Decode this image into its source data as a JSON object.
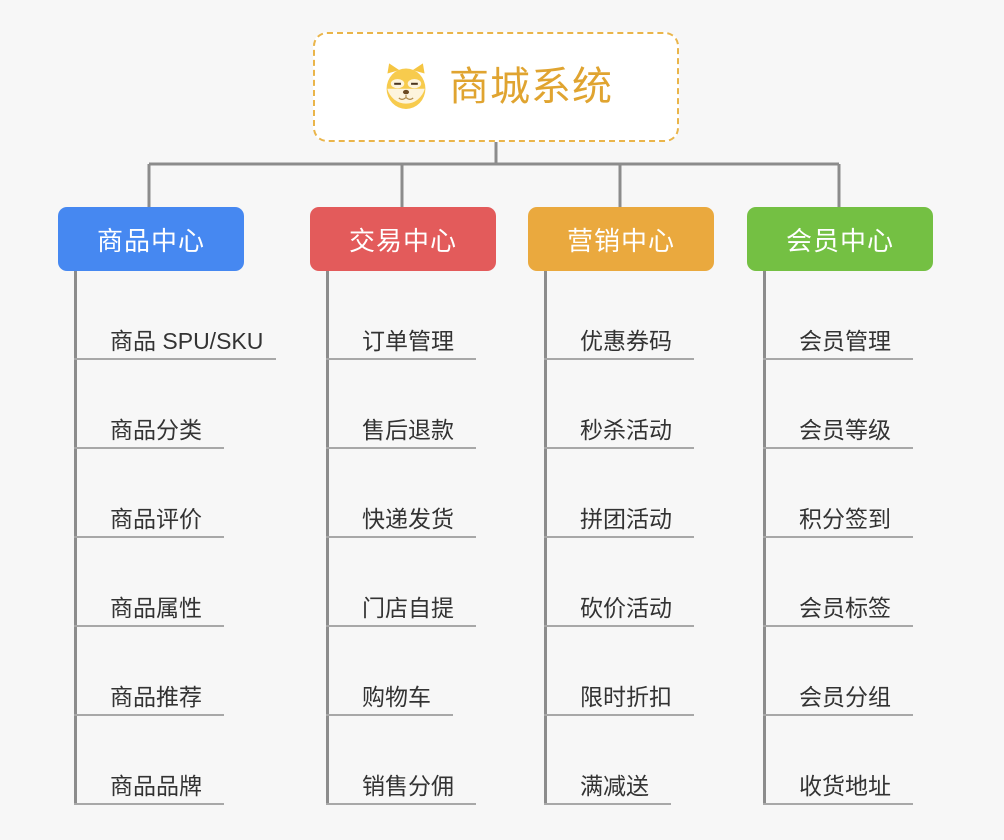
{
  "page": {
    "background_color": "#f7f7f7",
    "type": "mindmap"
  },
  "root": {
    "title": "商城系统",
    "icon": "shiba-dog-face-icon",
    "text_color": "#e0a430",
    "border_color": "#eab54a",
    "background_color": "#ffffff"
  },
  "connector": {
    "color": "#8c8c8c"
  },
  "branches": [
    {
      "label": "商品中心",
      "color": "#4688f1",
      "leaves": [
        "商品 SPU/SKU",
        "商品分类",
        "商品评价",
        "商品属性",
        "商品推荐",
        "商品品牌"
      ]
    },
    {
      "label": "交易中心",
      "color": "#e35b5b",
      "leaves": [
        "订单管理",
        "售后退款",
        "快递发货",
        "门店自提",
        "购物车",
        "销售分佣"
      ]
    },
    {
      "label": "营销中心",
      "color": "#eaa93e",
      "leaves": [
        "优惠券码",
        "秒杀活动",
        "拼团活动",
        "砍价活动",
        "限时折扣",
        "满减送"
      ]
    },
    {
      "label": "会员中心",
      "color": "#74c043",
      "leaves": [
        "会员管理",
        "会员等级",
        "积分签到",
        "会员标签",
        "会员分组",
        "收货地址"
      ]
    }
  ]
}
